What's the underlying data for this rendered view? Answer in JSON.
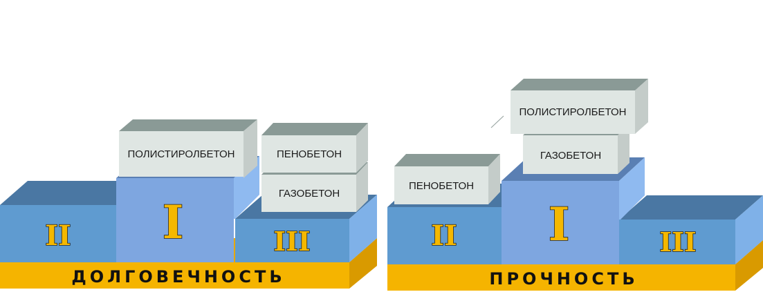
{
  "podiums": [
    {
      "id": "durability",
      "title": "ДОЛГОВЕЧНОСТЬ",
      "places": [
        {
          "rank": "II",
          "materials": []
        },
        {
          "rank": "I",
          "materials": [
            "ПОЛИСТИРОЛБЕТОН"
          ]
        },
        {
          "rank": "III",
          "materials": [
            "ПЕНОБЕТОН",
            "ГАЗОБЕТОН"
          ]
        }
      ]
    },
    {
      "id": "strength",
      "title": "ПРОЧНОСТЬ",
      "places": [
        {
          "rank": "II",
          "materials": [
            "ПЕНОБЕТОН"
          ]
        },
        {
          "rank": "I",
          "materials": [
            "ПОЛИСТИРОЛБЕТОН",
            "ГАЗОБЕТОН"
          ]
        },
        {
          "rank": "III",
          "materials": []
        }
      ]
    }
  ],
  "colors": {
    "podium_front_side": "#5f9bd0",
    "podium_front_center": "#7ea6e0",
    "podium_top": "#4a77a3",
    "podium_right": "#8fbaf0",
    "base_front": "#f5b400",
    "base_side": "#d99a00",
    "block_front": "#dfe6e3",
    "block_top": "#8a9a96",
    "block_side": "#c4ccc9",
    "rank_fill": "#f5b800"
  }
}
